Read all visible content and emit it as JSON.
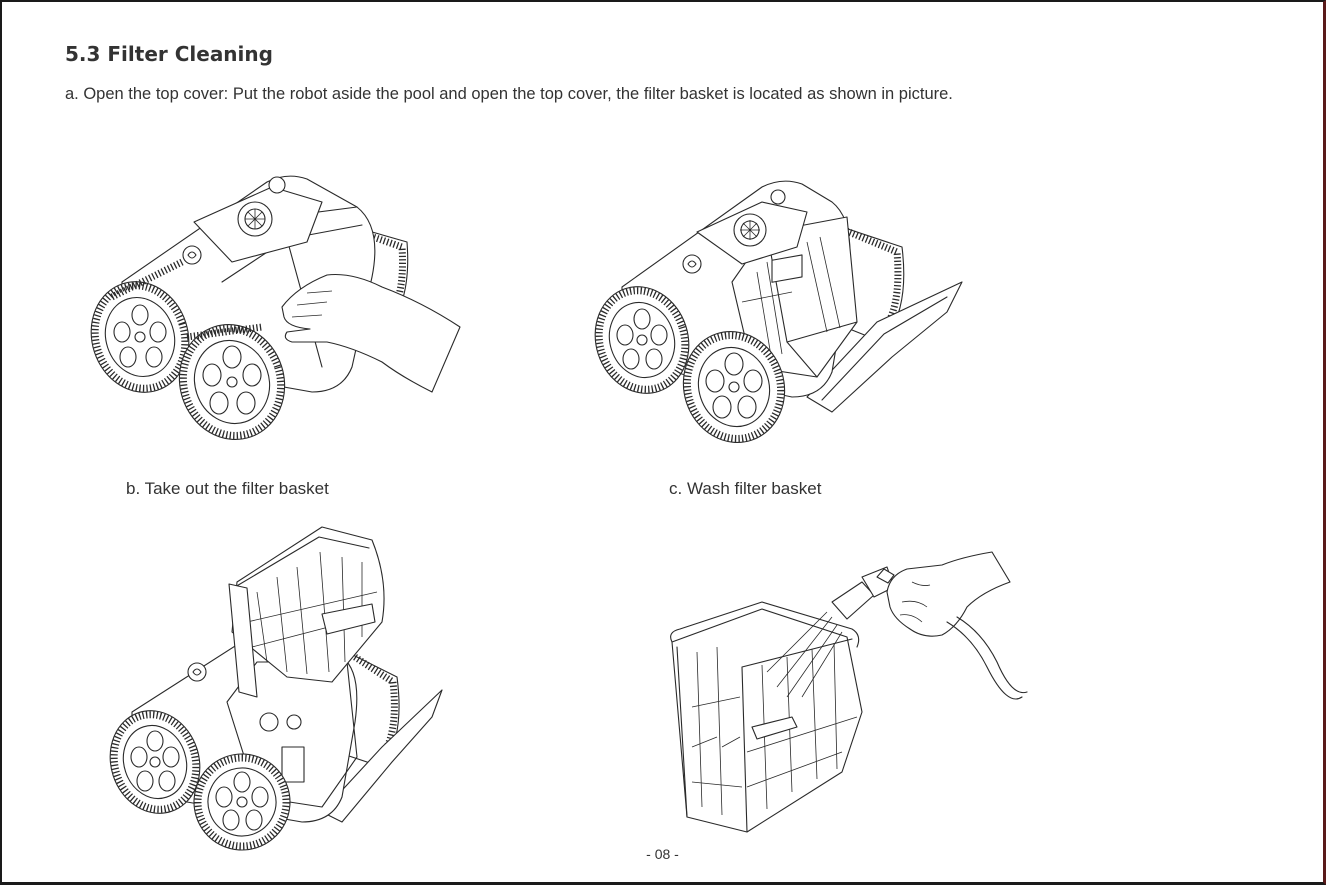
{
  "section": {
    "title": "5.3 Filter Cleaning",
    "intro": "a. Open the top cover: Put the robot aside the pool and open the top cover, the filter basket is located as shown in picture."
  },
  "captions": {
    "b": "b. Take out the filter basket",
    "c": "c. Wash filter basket"
  },
  "footer": {
    "page_number": "- 08 -"
  }
}
